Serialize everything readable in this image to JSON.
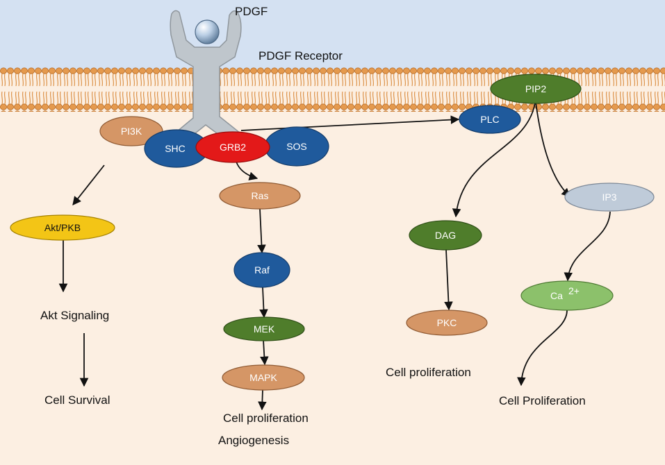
{
  "labels": {
    "ligand": "PDGF",
    "receptor": "PDGF Receptor",
    "akt_signaling": "Akt Signaling",
    "cell_survival": "Cell Survival",
    "mapk_outcome_1": "Cell proliferation",
    "mapk_outcome_2": "Angiogenesis",
    "pkc_outcome": "Cell proliferation",
    "ca_outcome": "Cell Proliferation"
  },
  "nodes": {
    "pi3k": "PI3K",
    "shc": "SHC",
    "grb2": "GRB2",
    "sos": "SOS",
    "plc": "PLC",
    "pip2": "PIP2",
    "akt": "Akt/PKB",
    "ras": "Ras",
    "raf": "Raf",
    "mek": "MEK",
    "mapk": "MAPK",
    "dag": "DAG",
    "pkc": "PKC",
    "ip3": "IP3",
    "ca": "Ca",
    "ca_sup": "2+"
  },
  "colors": {
    "extracellular": "#d4e1f2",
    "cytoplasm": "#fcefe2",
    "membrane": "#e59a4e",
    "receptor": "#bfc6cc",
    "blue_node": "#1f5a9c",
    "red_node": "#e31919",
    "green_node": "#4f7d2b",
    "tan_node": "#d59666",
    "yellow_node": "#f3c516",
    "grey_node": "#bfcbd9",
    "light_green_node": "#8cc16b"
  }
}
